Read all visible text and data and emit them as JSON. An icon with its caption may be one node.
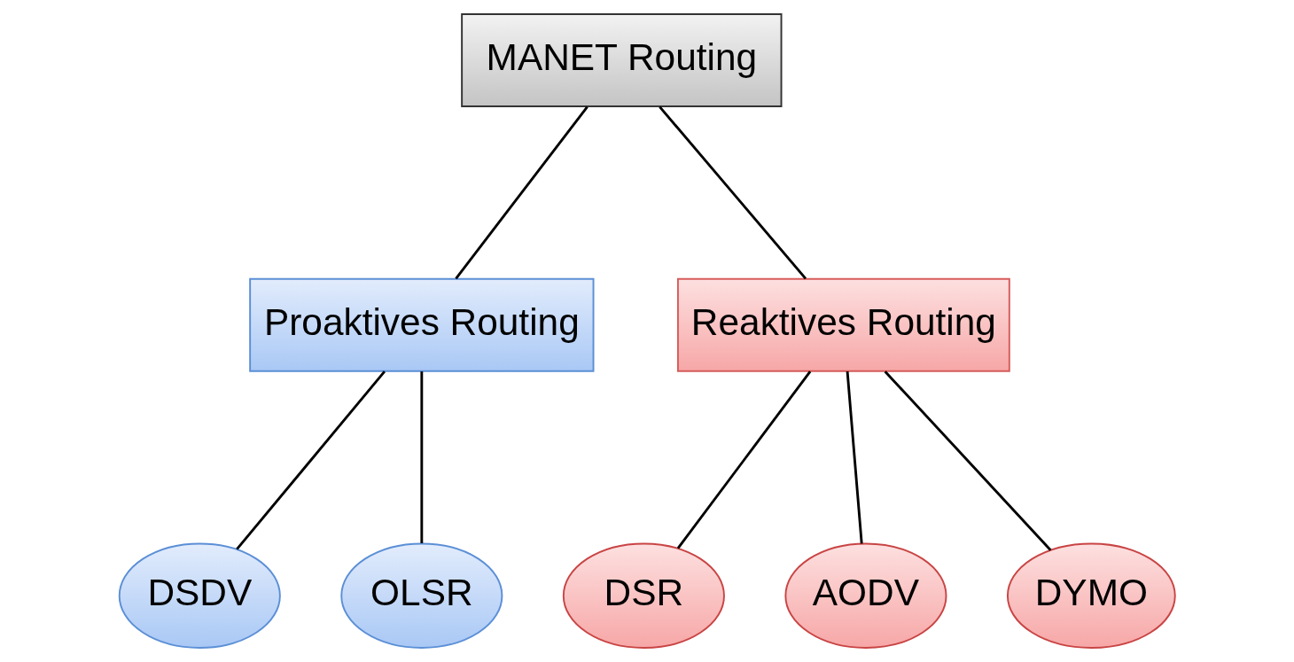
{
  "diagram": {
    "nodes": [
      {
        "text": [
          "MANET Routing"
        ]
      },
      {
        "text": [
          "Proaktives Routing"
        ]
      },
      {
        "text": [
          "Reaktives Routing"
        ]
      },
      {
        "text": [
          "DSDV"
        ]
      },
      {
        "text": [
          "OLSR"
        ]
      },
      {
        "text": [
          "DSR"
        ]
      },
      {
        "text": [
          "AODV"
        ]
      },
      {
        "text": [
          "DYMO"
        ]
      }
    ],
    "edges": [
      {
        "from": 0,
        "to": 1,
        "arrow": "none"
      },
      {
        "from": 0,
        "to": 2,
        "arrow": "none"
      },
      {
        "from": 1,
        "to": 3,
        "arrow": "none"
      },
      {
        "from": 1,
        "to": 4,
        "arrow": "none"
      },
      {
        "from": 2,
        "to": 5,
        "arrow": "none"
      },
      {
        "from": 2,
        "to": 6,
        "arrow": "none"
      },
      {
        "from": 2,
        "to": 7,
        "arrow": "none"
      }
    ]
  }
}
